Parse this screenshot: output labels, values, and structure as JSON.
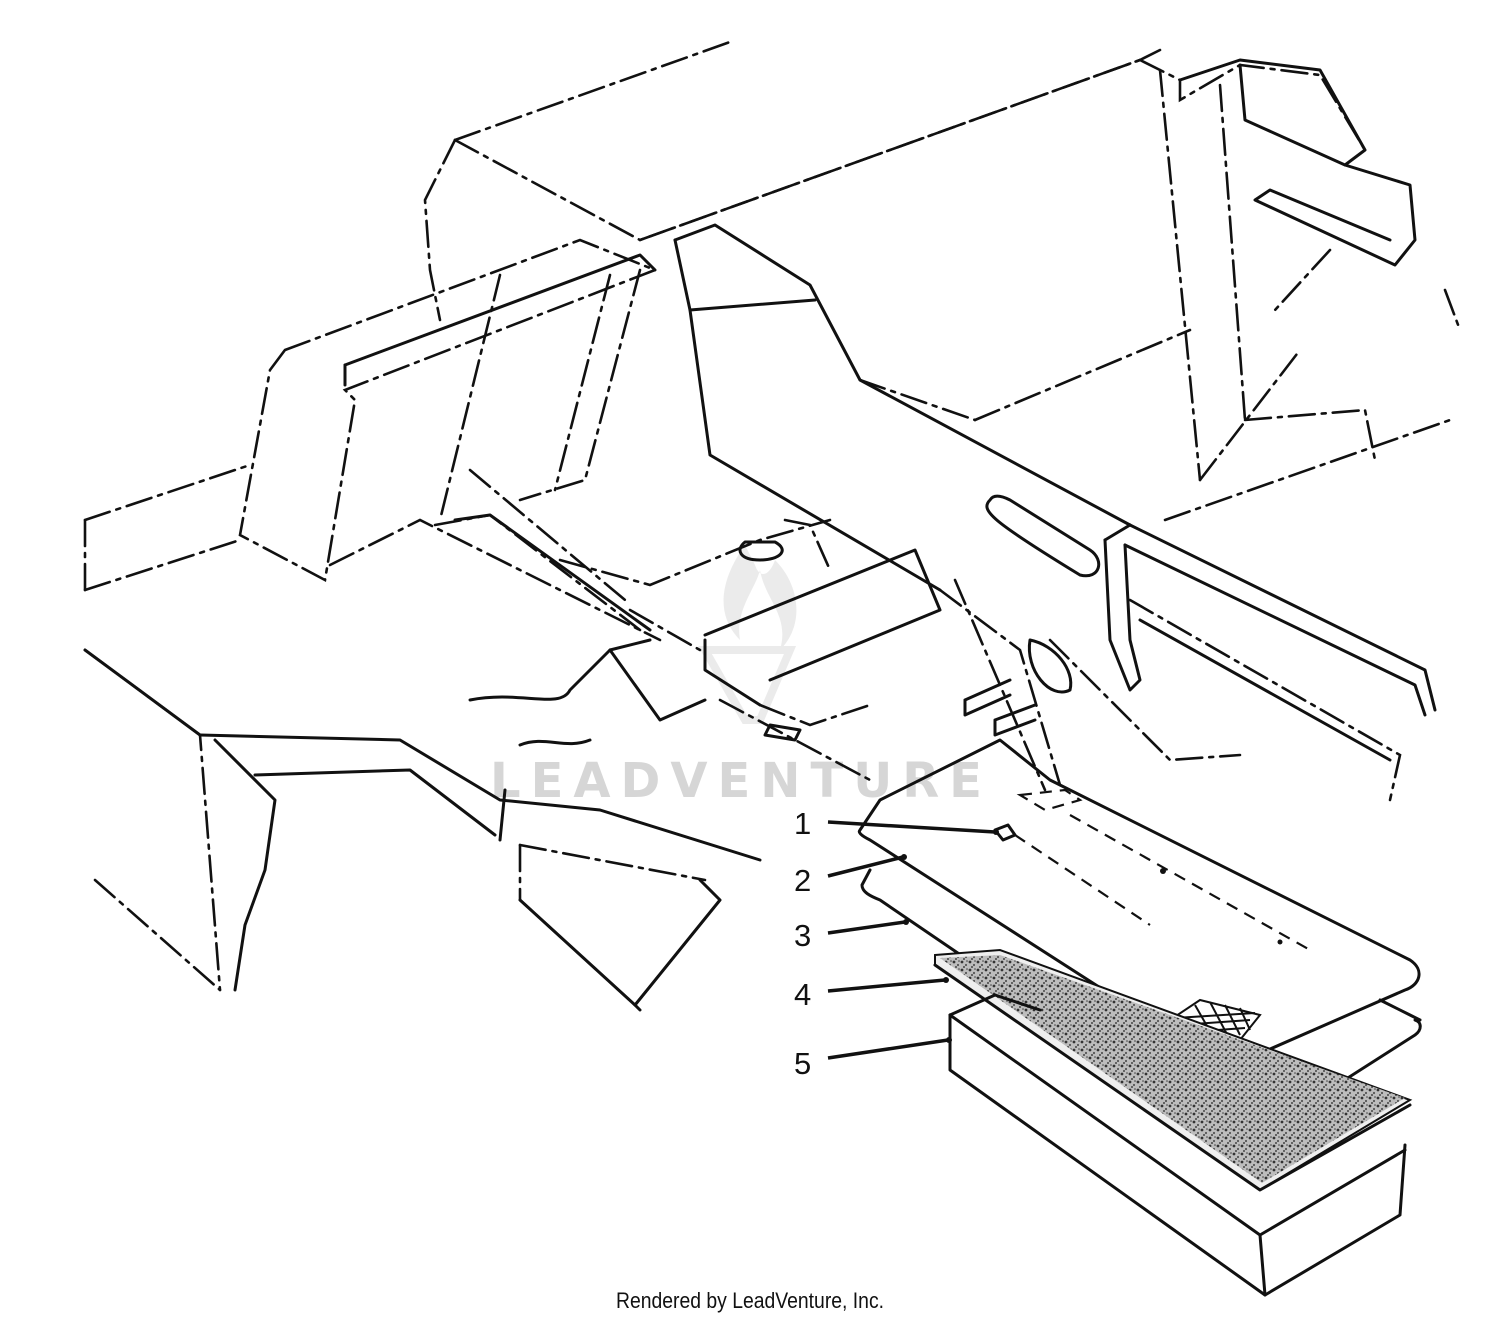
{
  "diagram": {
    "callouts": [
      {
        "number": "1"
      },
      {
        "number": "2"
      },
      {
        "number": "3"
      },
      {
        "number": "4"
      },
      {
        "number": "5"
      }
    ],
    "watermark": {
      "text": "LEADVENTURE"
    },
    "footer": "Rendered by LeadVenture, Inc."
  }
}
